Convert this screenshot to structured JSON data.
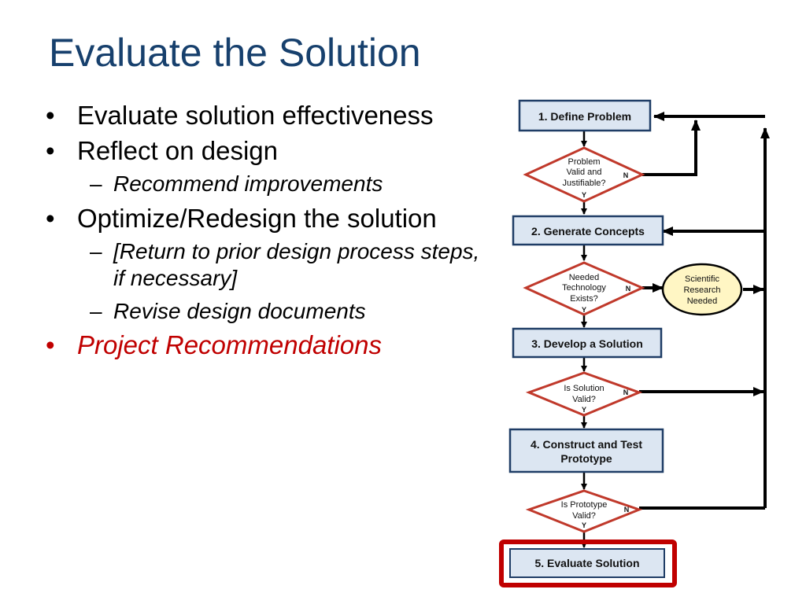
{
  "slide": {
    "title": "Evaluate the Solution",
    "bullets": {
      "b1": "Evaluate solution effectiveness",
      "b2": "Reflect on design",
      "b2_sub1": "Recommend improvements",
      "b3": "Optimize/Redesign the solution",
      "b3_sub1": "[Return to prior design process steps, if necessary]",
      "b3_sub2": "Revise design documents",
      "b4": "Project Recommendations"
    },
    "bullet_glyph": "•",
    "dash_glyph": "–"
  },
  "flowchart": {
    "steps": {
      "s1": "1. Define Problem",
      "s2": "2. Generate Concepts",
      "s3": "3. Develop a Solution",
      "s4_line1": "4. Construct and Test",
      "s4_line2": "Prototype",
      "s5": "5.  Evaluate Solution"
    },
    "decisions": {
      "d1": [
        "Problem",
        "Valid and",
        "Justifiable?"
      ],
      "d2": [
        "Needed",
        "Technology",
        "Exists?"
      ],
      "d3": [
        "Is Solution",
        "Valid?"
      ],
      "d4": [
        "Is Prototype",
        "Valid?"
      ]
    },
    "yes_label": "Y",
    "no_label": "N",
    "research": [
      "Scientific",
      "Research",
      "Needed"
    ],
    "colors": {
      "box_fill": "#dce6f2",
      "box_stroke": "#1f3d66",
      "decision_stroke": "#c0392b",
      "research_fill": "#fff6c4",
      "highlight": "#c00000"
    }
  }
}
